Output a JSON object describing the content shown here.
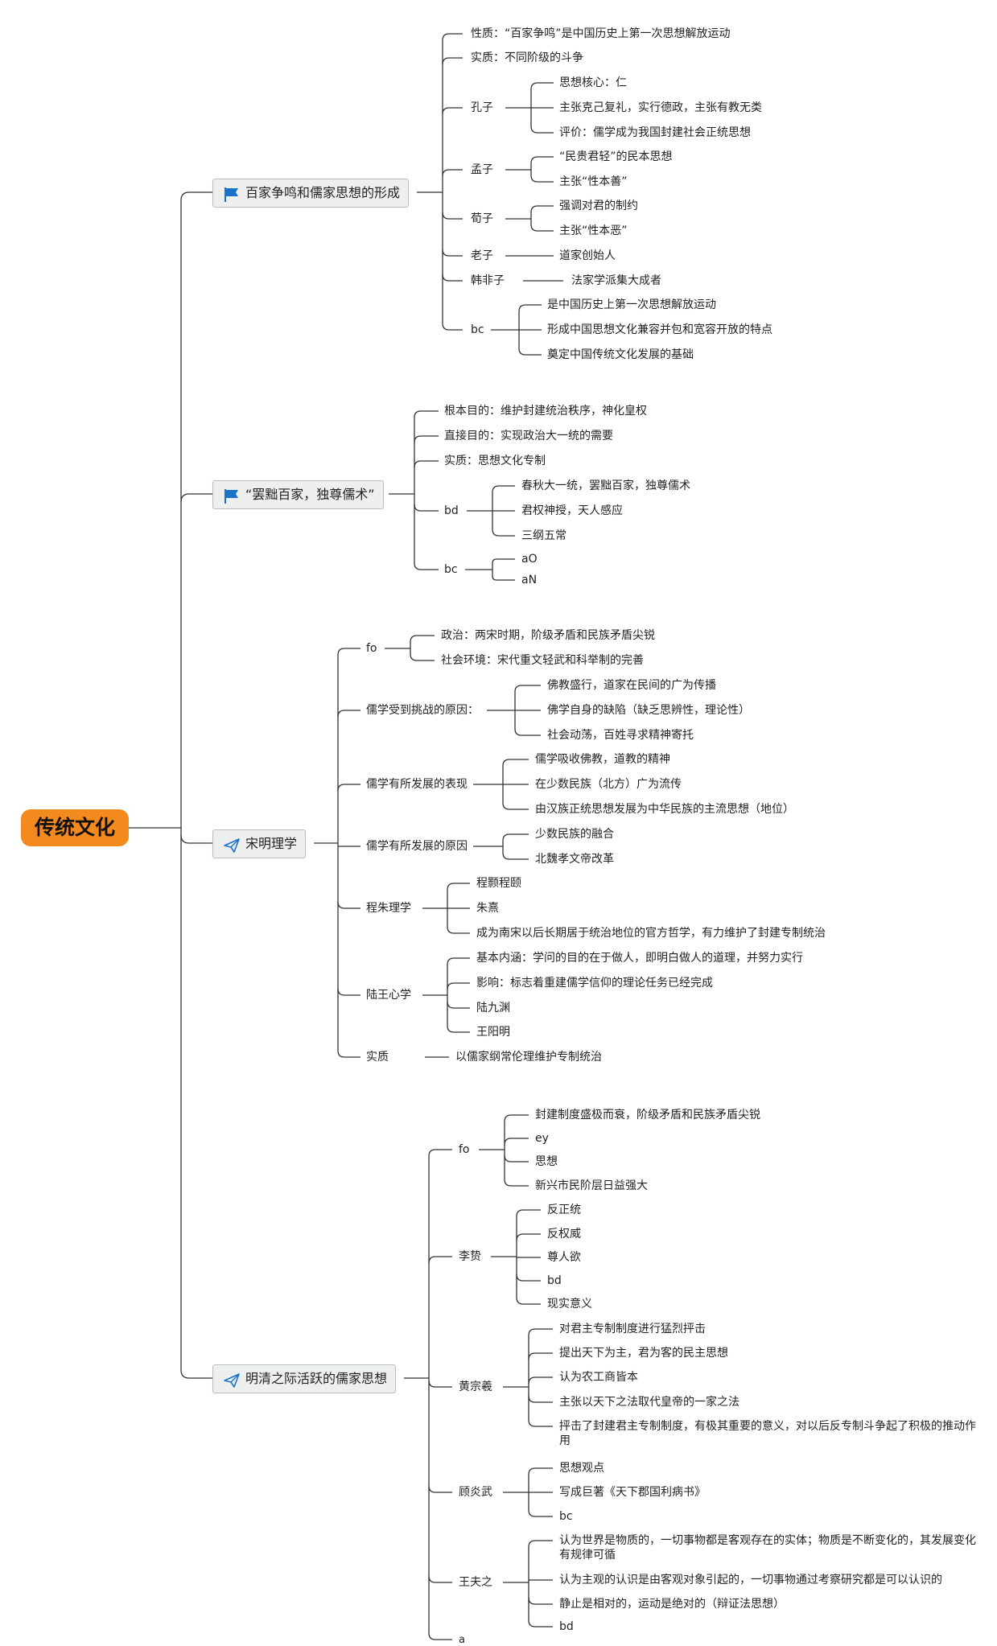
{
  "root": {
    "label": "传统文化"
  },
  "t1": {
    "label": "百家争鸣和儒家思想的形成",
    "icon": "flag-icon",
    "items": {
      "xingzhi": "性质：“百家争鸣”是中国历史上第一次思想解放运动",
      "shizhi": "实质：不同阶级的斗争",
      "kongzi": "孔子",
      "kongzi_1": "思想核心：仁",
      "kongzi_2": "主张克己复礼，实行德政，主张有教无类",
      "kongzi_3": "评价：儒学成为我国封建社会正统思想",
      "mengzi": "孟子",
      "mengzi_1": "“民贵君轻”的民本思想",
      "mengzi_2": "主张“性本善”",
      "xunzi": "荀子",
      "xunzi_1": "强调对君的制约",
      "xunzi_2": "主张“性本恶”",
      "laozi": "老子",
      "laozi_1": "道家创始人",
      "hanfeizi": "韩非子",
      "hanfeizi_1": "法家学派集大成者",
      "bc": "bc",
      "bc_1": "是中国历史上第一次思想解放运动",
      "bc_2": "形成中国思想文化兼容并包和宽容开放的特点",
      "bc_3": "奠定中国传统文化发展的基础"
    }
  },
  "t2": {
    "label": "“罢黜百家，独尊儒术”",
    "icon": "flag-icon",
    "items": {
      "genben": "根本目的：维护封建统治秩序，神化皇权",
      "zhijie": "直接目的：实现政治大一统的需要",
      "shizhi": "实质：思想文化专制",
      "bd": "bd",
      "bd_1": "春秋大一统，罢黜百家，独尊儒术",
      "bd_2": "君权神授，天人感应",
      "bd_3": "三纲五常",
      "bc": "bc",
      "bc_1": "aO",
      "bc_2": "aN"
    }
  },
  "t3": {
    "label": "宋明理学",
    "icon": "paper-plane-icon",
    "items": {
      "fo": "fo",
      "fo_1": "政治：两宋时期，阶级矛盾和民族矛盾尖锐",
      "fo_2": "社会环境：宋代重文轻武和科举制的完善",
      "tiaozhan": "儒学受到挑战的原因：",
      "tiaozhan_1": "佛教盛行，道家在民间的广为传播",
      "tiaozhan_2": "佛学自身的缺陷（缺乏思辨性，理论性）",
      "tiaozhan_3": "社会动荡，百姓寻求精神寄托",
      "biaoxian": "儒学有所发展的表现",
      "biaoxian_1": "儒学吸收佛教，道教的精神",
      "biaoxian_2": "在少数民族（北方）广为流传",
      "biaoxian_3": "由汉族正统思想发展为中华民族的主流思想（地位）",
      "yuanyin": "儒学有所发展的原因",
      "yuanyin_1": "少数民族的融合",
      "yuanyin_2": "北魏孝文帝改革",
      "chengzhu": "程朱理学",
      "chengzhu_1": "程颢程颐",
      "chengzhu_2": "朱熹",
      "chengzhu_3": "成为南宋以后长期居于统治地位的官方哲学，有力维护了封建专制统治",
      "luwang": "陆王心学",
      "luwang_1": "基本内涵：学问的目的在于做人，即明白做人的道理，并努力实行",
      "luwang_2": "影响：标志着重建儒学信仰的理论任务已经完成",
      "luwang_3": "陆九渊",
      "luwang_4": "王阳明",
      "shizhi": "实质",
      "shizhi_1": "以儒家纲常伦理维护专制统治"
    }
  },
  "t4": {
    "label": "明清之际活跃的儒家思想",
    "icon": "paper-plane-icon",
    "items": {
      "fo": "fo",
      "fo_1": "封建制度盛极而衰，阶级矛盾和民族矛盾尖锐",
      "fo_2": "ey",
      "fo_3": "思想",
      "fo_4": "新兴市民阶层日益强大",
      "lizhi": "李贽",
      "lizhi_1": "反正统",
      "lizhi_2": "反权威",
      "lizhi_3": "尊人欲",
      "lizhi_4": "bd",
      "lizhi_5": "现实意义",
      "huang": "黄宗羲",
      "huang_1": "对君主专制制度进行猛烈抨击",
      "huang_2": "提出天下为主，君为客的民主思想",
      "huang_3": "认为农工商皆本",
      "huang_4": "主张以天下之法取代皇帝的一家之法",
      "huang_5": "抨击了封建君主专制制度，有极其重要的意义，对以后反专制斗争起了积极的推动作用",
      "gu": "顾炎武",
      "gu_1": "思想观点",
      "gu_2": "写成巨著《天下郡国利病书》",
      "gu_3": "bc",
      "wang": "王夫之",
      "wang_1": "认为世界是物质的，一切事物都是客观存在的实体；物质是不断变化的，其发展变化有规律可循",
      "wang_2": "认为主观的认识是由客观对象引起的，一切事物通过考察研究都是可以认识的",
      "wang_3": "静止是相对的，运动是绝对的（辩证法思想）",
      "wang_4": "bd",
      "a": "a"
    }
  }
}
